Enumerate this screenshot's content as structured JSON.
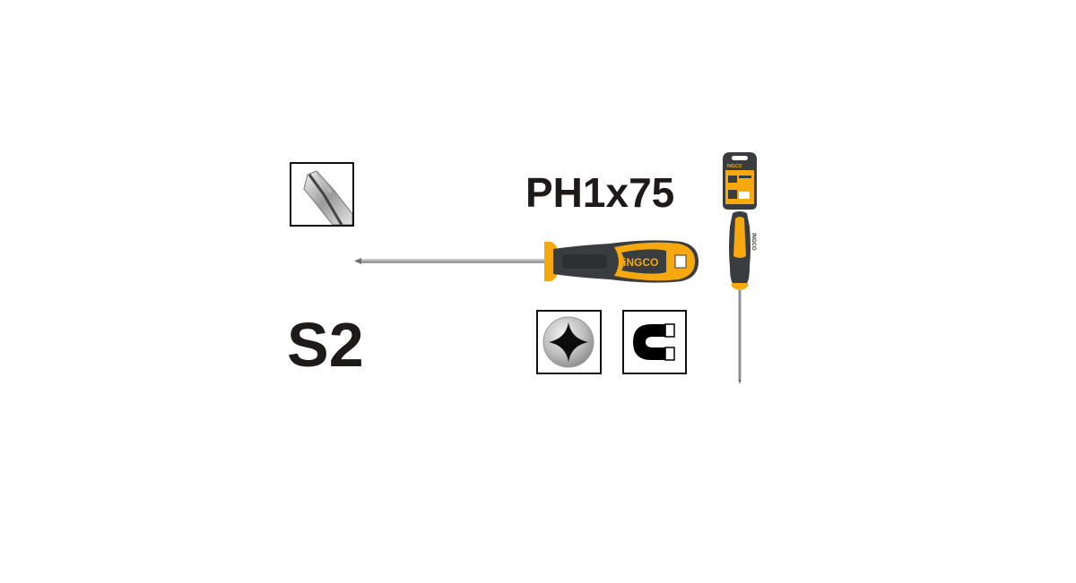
{
  "product": {
    "model": "PH1x75",
    "material": "S2",
    "brand": "INGCO"
  },
  "icons": [
    {
      "name": "screwdriver-tip-icon"
    },
    {
      "name": "phillips-screw-head-icon"
    },
    {
      "name": "magnetic-tip-icon"
    }
  ],
  "colors": {
    "handle_yellow": "#f5a90f",
    "handle_gray": "#3a3d40",
    "text_dark": "#1e1a19"
  }
}
